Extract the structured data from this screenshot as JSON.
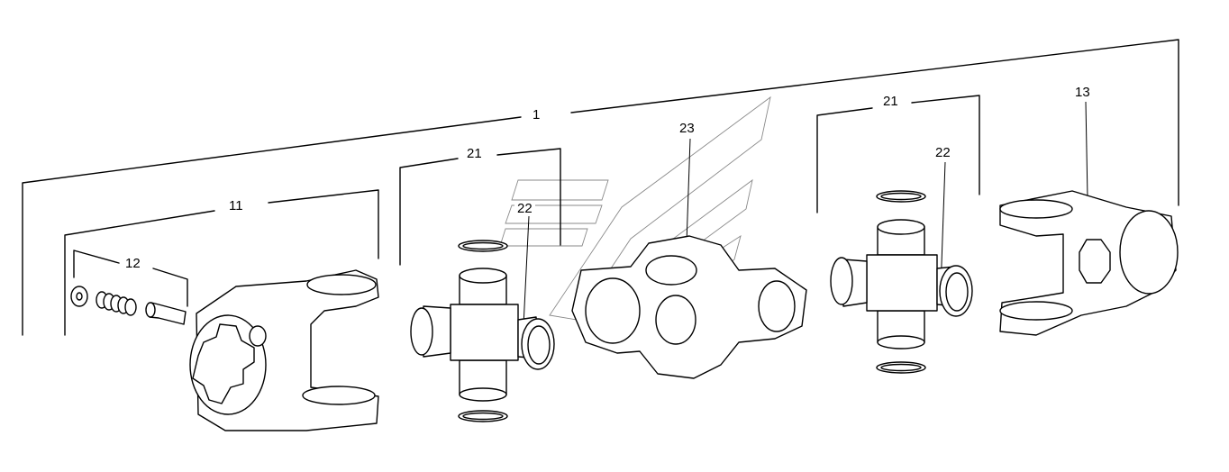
{
  "diagram": {
    "labels": {
      "assembly": "1",
      "yoke_left": "11",
      "pin_kit": "12",
      "yoke_right": "13",
      "joint_kit_left": "21",
      "cross_left": "22",
      "center_body": "23",
      "joint_kit_right": "21",
      "cross_right": "22"
    }
  }
}
